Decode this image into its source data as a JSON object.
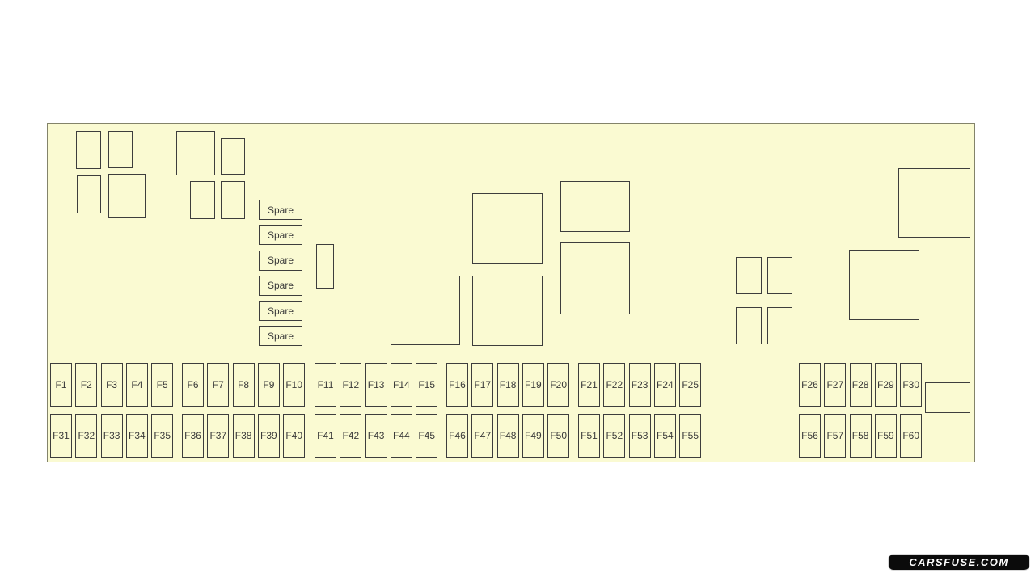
{
  "panel": {
    "bg_color": "#FAFAD2",
    "panel_border_color": "#83836a",
    "box_border_color": "#3d3d3d",
    "text_color": "#3a3a3a"
  },
  "spares": {
    "labels": [
      "Spare",
      "Spare",
      "Spare",
      "Spare",
      "Spare",
      "Spare"
    ]
  },
  "fuse_rows": {
    "top_groups": [
      [
        "F1",
        "F2",
        "F3",
        "F4",
        "F5"
      ],
      [
        "F6",
        "F7",
        "F8",
        "F9",
        "F10"
      ],
      [
        "F11",
        "F12",
        "F13",
        "F14",
        "F15"
      ],
      [
        "F16",
        "F17",
        "F18",
        "F19",
        "F20"
      ],
      [
        "F21",
        "F22",
        "F23",
        "F24",
        "F25"
      ],
      [
        "F26",
        "F27",
        "F28",
        "F29",
        "F30"
      ]
    ],
    "bottom_groups": [
      [
        "F31",
        "F32",
        "F33",
        "F34",
        "F35"
      ],
      [
        "F36",
        "F37",
        "F38",
        "F39",
        "F40"
      ],
      [
        "F41",
        "F42",
        "F43",
        "F44",
        "F45"
      ],
      [
        "F46",
        "F47",
        "F48",
        "F49",
        "F50"
      ],
      [
        "F51",
        "F52",
        "F53",
        "F54",
        "F55"
      ],
      [
        "F56",
        "F57",
        "F58",
        "F59",
        "F60"
      ]
    ]
  },
  "watermark": {
    "text": "CARSFUSE.COM"
  }
}
